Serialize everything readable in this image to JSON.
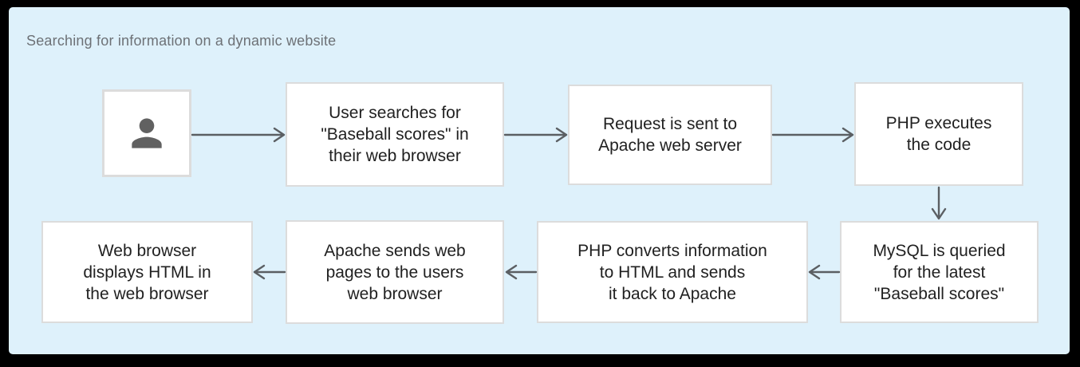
{
  "title": "Searching for information on a dynamic website",
  "colors": {
    "canvas_frame": "#000000",
    "panel_bg": "#def1fb",
    "node_bg": "#ffffff",
    "node_border": "#dcdcdc",
    "node_text": "#212121",
    "title_text": "#6d7176",
    "arrow": "#5b5f63",
    "person_icon": "#616161"
  },
  "nodes": {
    "user": {
      "icon": "person-icon",
      "label": ""
    },
    "search": {
      "lines": [
        "User searches for",
        "\"Baseball scores\" in",
        "their web browser"
      ]
    },
    "request": {
      "lines": [
        "Request is sent to",
        "Apache web server"
      ]
    },
    "php_exec": {
      "lines": [
        "PHP executes",
        "the code"
      ]
    },
    "mysql": {
      "lines": [
        "MySQL is queried",
        "for the latest",
        "\"Baseball scores\""
      ]
    },
    "php_convert": {
      "lines": [
        "PHP converts information",
        "to HTML and sends",
        "it back to Apache"
      ]
    },
    "apache_send": {
      "lines": [
        "Apache sends web",
        "pages to the users",
        "web browser"
      ]
    },
    "browser_display": {
      "lines": [
        "Web browser",
        "displays HTML in",
        "the web browser"
      ]
    }
  },
  "arrows": [
    {
      "from": "user",
      "to": "search",
      "direction": "right"
    },
    {
      "from": "search",
      "to": "request",
      "direction": "right"
    },
    {
      "from": "request",
      "to": "php_exec",
      "direction": "right"
    },
    {
      "from": "php_exec",
      "to": "mysql",
      "direction": "down"
    },
    {
      "from": "mysql",
      "to": "php_convert",
      "direction": "left"
    },
    {
      "from": "php_convert",
      "to": "apache_send",
      "direction": "left"
    },
    {
      "from": "apache_send",
      "to": "browser_display",
      "direction": "left"
    }
  ]
}
